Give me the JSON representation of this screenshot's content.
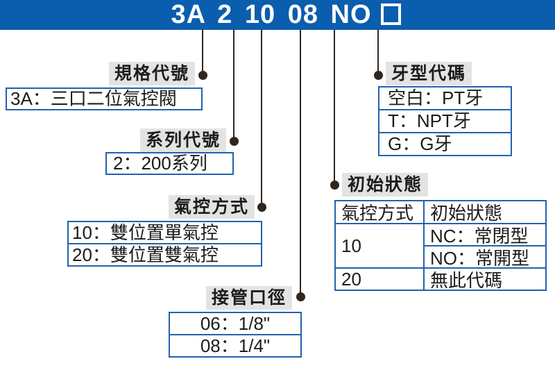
{
  "header": {
    "code": "3A 2 10 08 NO",
    "placeholder_icon": "outlined-square",
    "bar_color": "#0b5dad"
  },
  "colors": {
    "box_border": "#2461ae",
    "label_bg": "#e3e3e3",
    "connector": "#30261e"
  },
  "callouts": {
    "spec": {
      "label": "規格代號",
      "items": [
        "3A：三口二位氣控閥"
      ]
    },
    "series": {
      "label": "系列代號",
      "items": [
        "2：200系列"
      ]
    },
    "pilot": {
      "label": "氣控方式",
      "items": [
        "10：雙位置單氣控",
        "20：雙位置雙氣控"
      ]
    },
    "port": {
      "label": "接管口徑",
      "items": [
        "06：1/8\"",
        "08：1/4\""
      ]
    },
    "thread": {
      "label": "牙型代碼",
      "items": [
        "空白：PT牙",
        "T：NPT牙",
        "G：G牙"
      ]
    },
    "initial": {
      "label": "初始狀態",
      "table": {
        "headers": [
          "氣控方式",
          "初始狀態"
        ],
        "rows": [
          {
            "code": "10",
            "states": [
              "NC：常閉型",
              "NO：常開型"
            ]
          },
          {
            "code": "20",
            "states": [
              "無此代碼"
            ]
          }
        ]
      }
    }
  }
}
